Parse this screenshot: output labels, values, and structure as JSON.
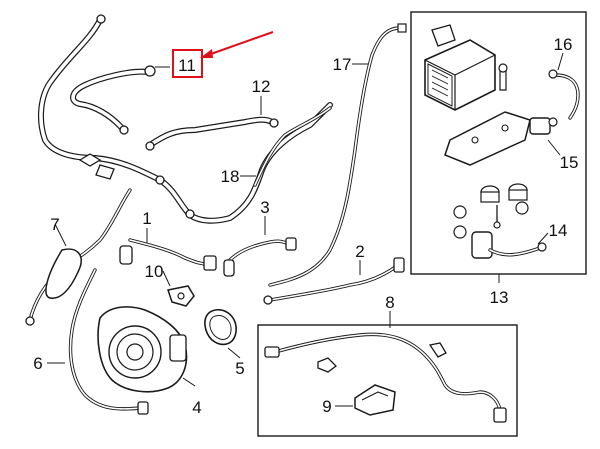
{
  "callouts": [
    {
      "id": "c1",
      "text": "1"
    },
    {
      "id": "c2",
      "text": "2"
    },
    {
      "id": "c3",
      "text": "3"
    },
    {
      "id": "c4",
      "text": "4"
    },
    {
      "id": "c5",
      "text": "5"
    },
    {
      "id": "c6",
      "text": "6"
    },
    {
      "id": "c7",
      "text": "7"
    },
    {
      "id": "c8",
      "text": "8"
    },
    {
      "id": "c9",
      "text": "9"
    },
    {
      "id": "c10",
      "text": "10"
    },
    {
      "id": "c11",
      "text": "11"
    },
    {
      "id": "c12",
      "text": "12"
    },
    {
      "id": "c13",
      "text": "13"
    },
    {
      "id": "c14",
      "text": "14"
    },
    {
      "id": "c15",
      "text": "15"
    },
    {
      "id": "c16",
      "text": "16"
    },
    {
      "id": "c17",
      "text": "17"
    },
    {
      "id": "c18",
      "text": "18"
    }
  ],
  "colors": {
    "line": "#1a1a1a",
    "highlight": "#e0101a",
    "background": "#ffffff"
  },
  "highlighted_callout": "11"
}
